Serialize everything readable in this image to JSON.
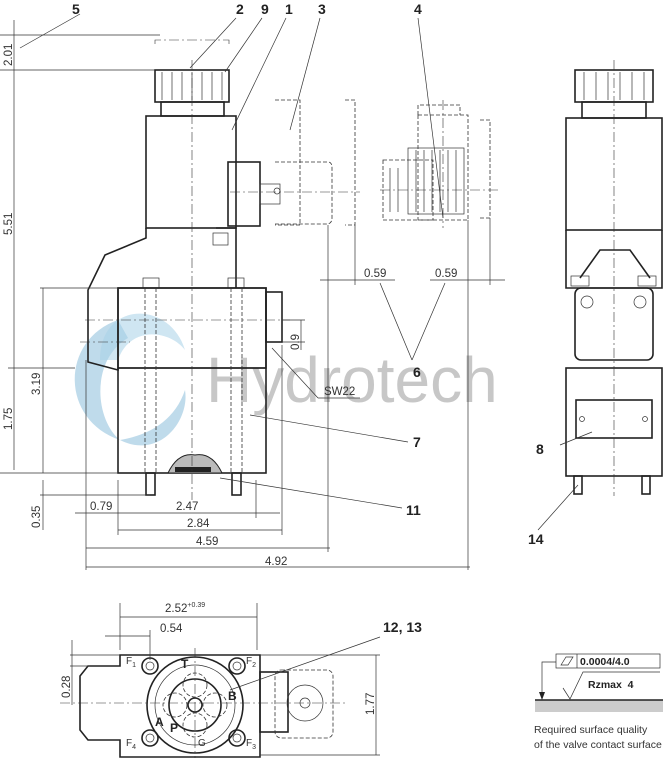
{
  "drawing": {
    "type": "dimensional drawing, solenoid directional valve",
    "watermark": "Hydrotech",
    "units": "inch"
  },
  "callouts": [
    {
      "id": "5",
      "label": "5"
    },
    {
      "id": "2",
      "label": "2"
    },
    {
      "id": "9",
      "label": "9"
    },
    {
      "id": "1",
      "label": "1"
    },
    {
      "id": "3",
      "label": "3"
    },
    {
      "id": "4",
      "label": "4"
    },
    {
      "id": "6",
      "label": "6"
    },
    {
      "id": "7",
      "label": "7"
    },
    {
      "id": "11",
      "label": "11"
    },
    {
      "id": "8",
      "label": "8"
    },
    {
      "id": "14",
      "label": "14"
    },
    {
      "id": "12_13",
      "label": "12, 13"
    }
  ],
  "dimensions": {
    "d_2_01": "2.01",
    "d_5_51": "5.51",
    "d_3_19": "3.19",
    "d_1_75": "1.75",
    "d_0_35": "0.35",
    "d_0_9": "0.9",
    "d_sw22": "SW22",
    "d_0_79": "0.79",
    "d_2_47": "2.47",
    "d_2_84": "2.84",
    "d_4_59": "4.59",
    "d_4_92": "4.92",
    "d_0_59_a": "0.59",
    "d_0_59_b": "0.59",
    "d_2_52": "2.52",
    "d_2_52_tol": "+0.39",
    "d_0_54": "0.54",
    "d_0_28": "0.28",
    "d_1_77": "1.77"
  },
  "ports": {
    "T": "T",
    "B": "B",
    "A": "A",
    "P": "P",
    "G": "G",
    "F1": "F",
    "F1_sub": "1",
    "F2": "F",
    "F2_sub": "2",
    "F3": "F",
    "F3_sub": "3",
    "F4": "F",
    "F4_sub": "4"
  },
  "surface_note": {
    "flatness": "0.0004/4.0",
    "roughness": "Rzmax  4",
    "caption_line1": "Required surface quality",
    "caption_line2": "of the valve contact surface"
  }
}
